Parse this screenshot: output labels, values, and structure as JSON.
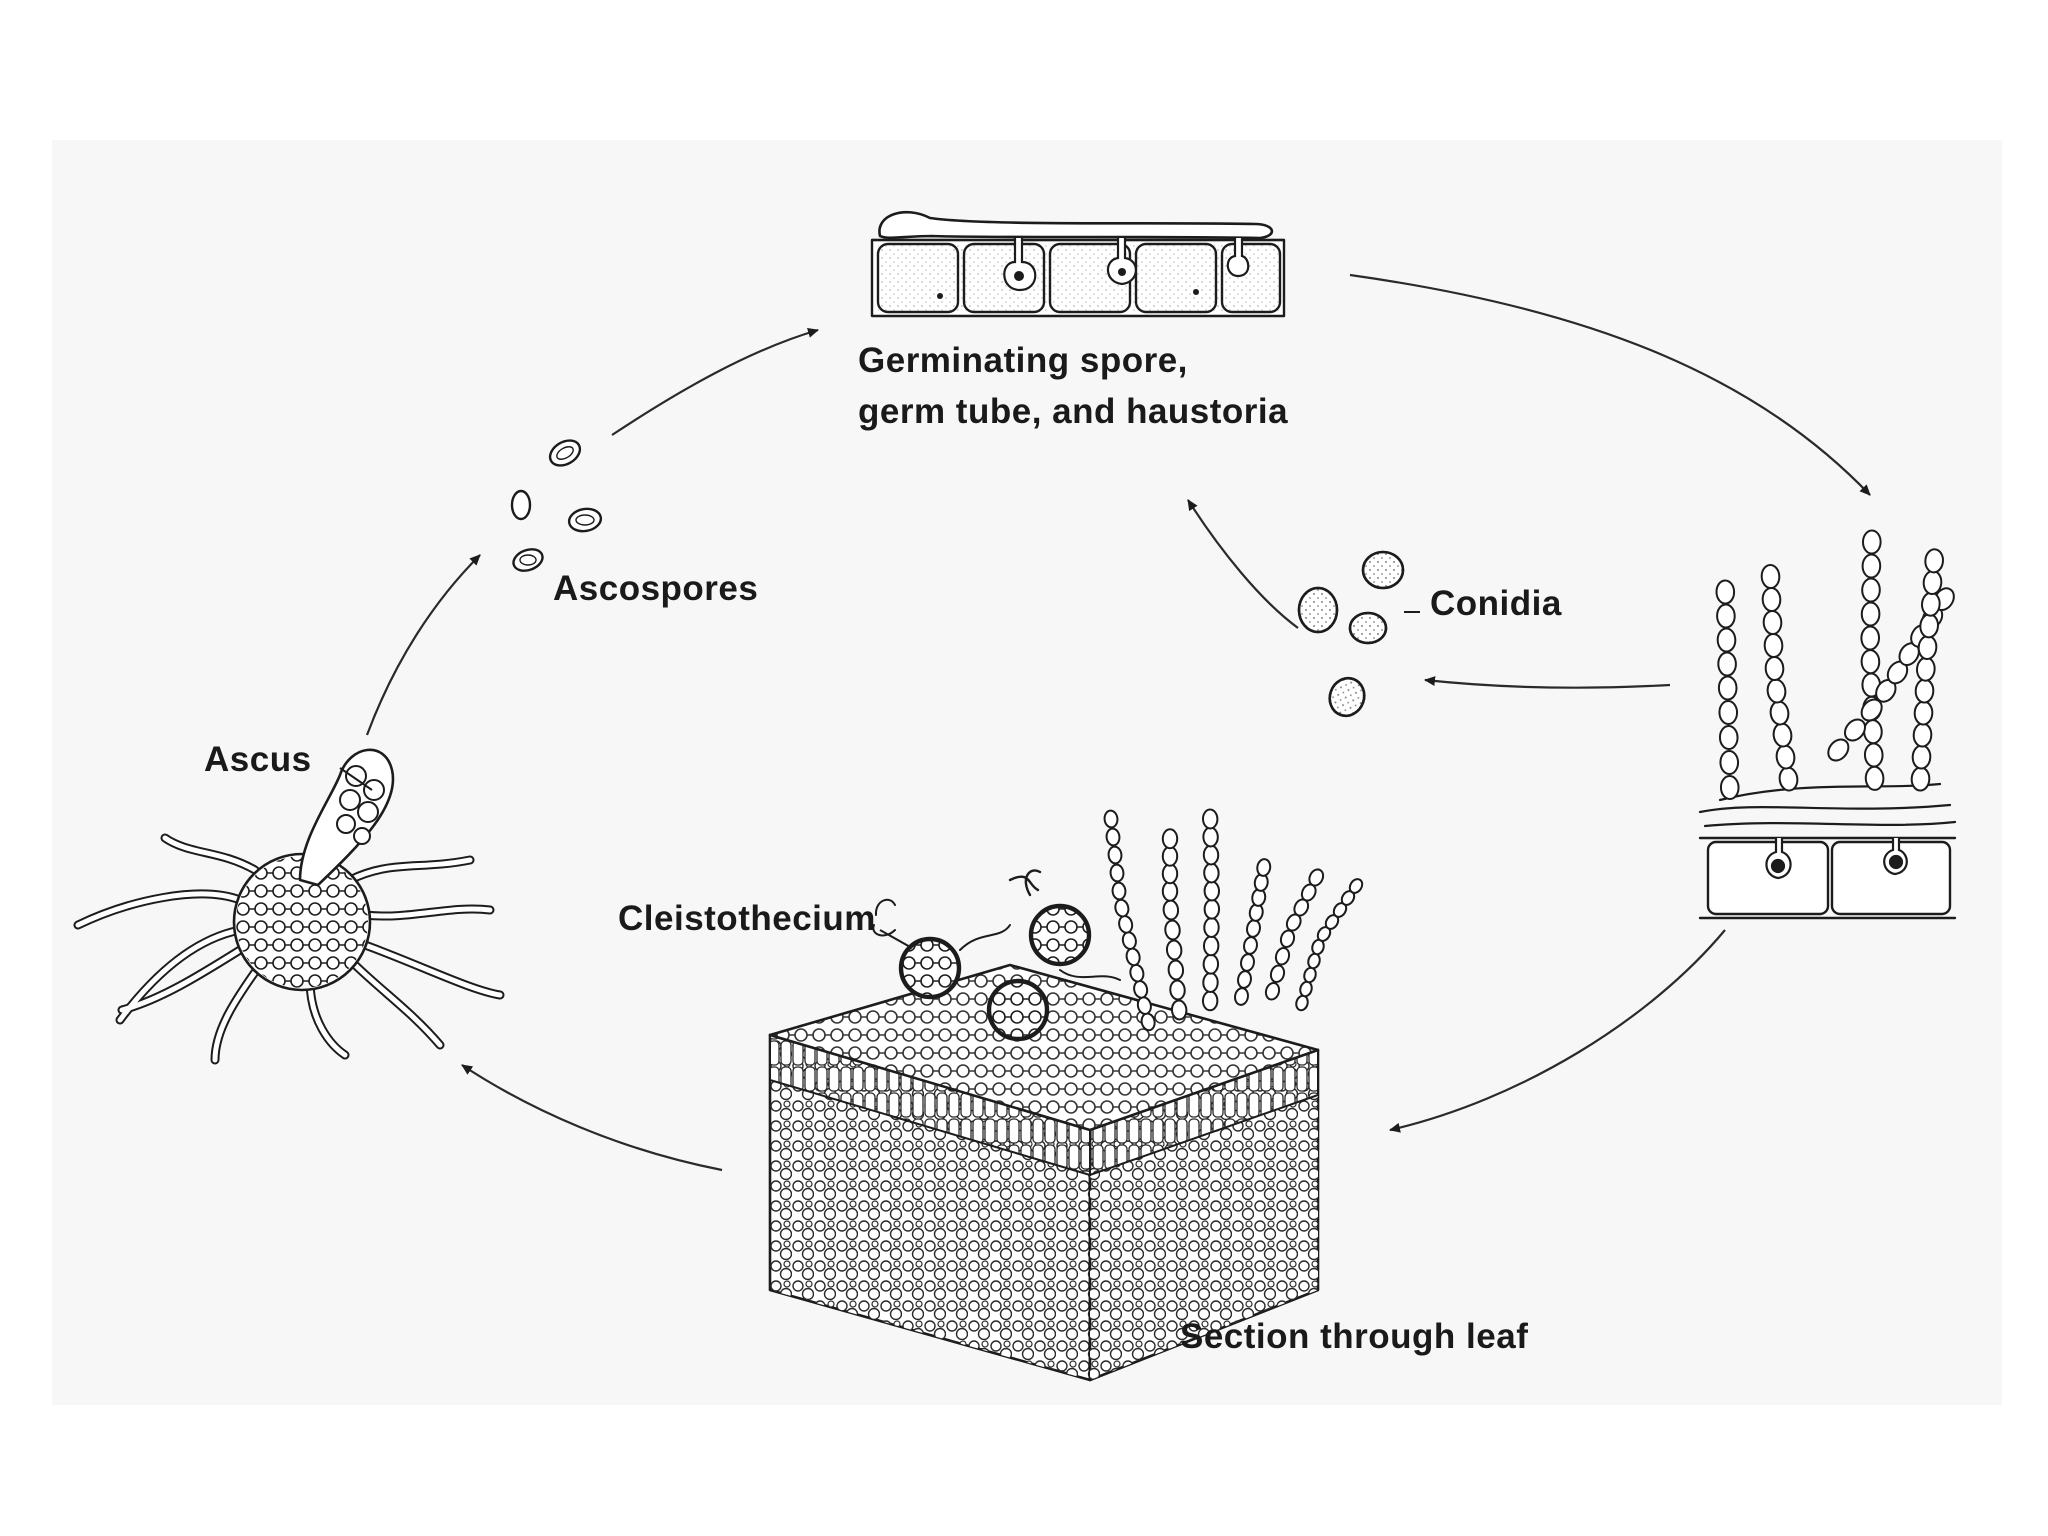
{
  "labels": {
    "germinating_line1": "Germinating spore,",
    "germinating_line2": "germ tube, and haustoria",
    "ascospores": "Ascospores",
    "conidia": "Conidia",
    "ascus": "Ascus",
    "cleistothecium": "Cleistothecium",
    "section": "Section through leaf"
  },
  "colors": {
    "ink": "#1c1c1c",
    "background": "#ffffff",
    "panel": "#f7f7f7"
  }
}
